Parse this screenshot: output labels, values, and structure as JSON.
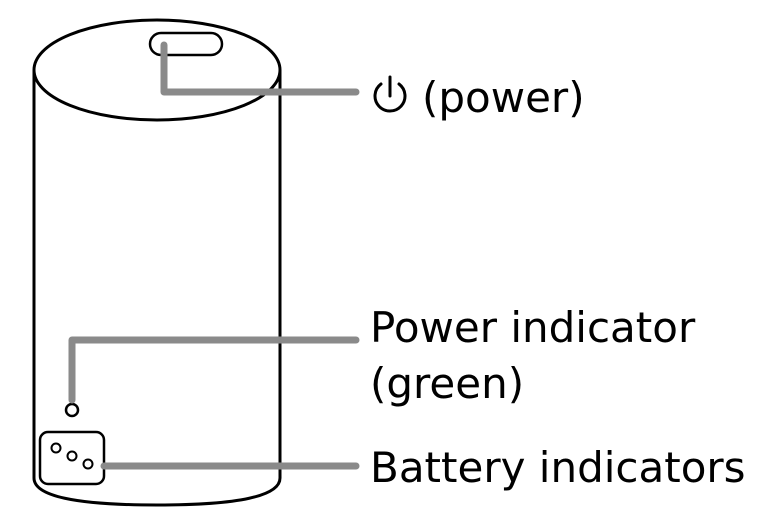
{
  "colors": {
    "outline": "#000000",
    "leader": "#8a8a8a",
    "background": "#ffffff"
  },
  "labels": {
    "power": {
      "icon": "power-icon",
      "text": "(power)"
    },
    "power_indicator": {
      "line1": "Power indicator",
      "line2": "(green)"
    },
    "battery_indicators": {
      "text": "Battery indicators"
    }
  }
}
